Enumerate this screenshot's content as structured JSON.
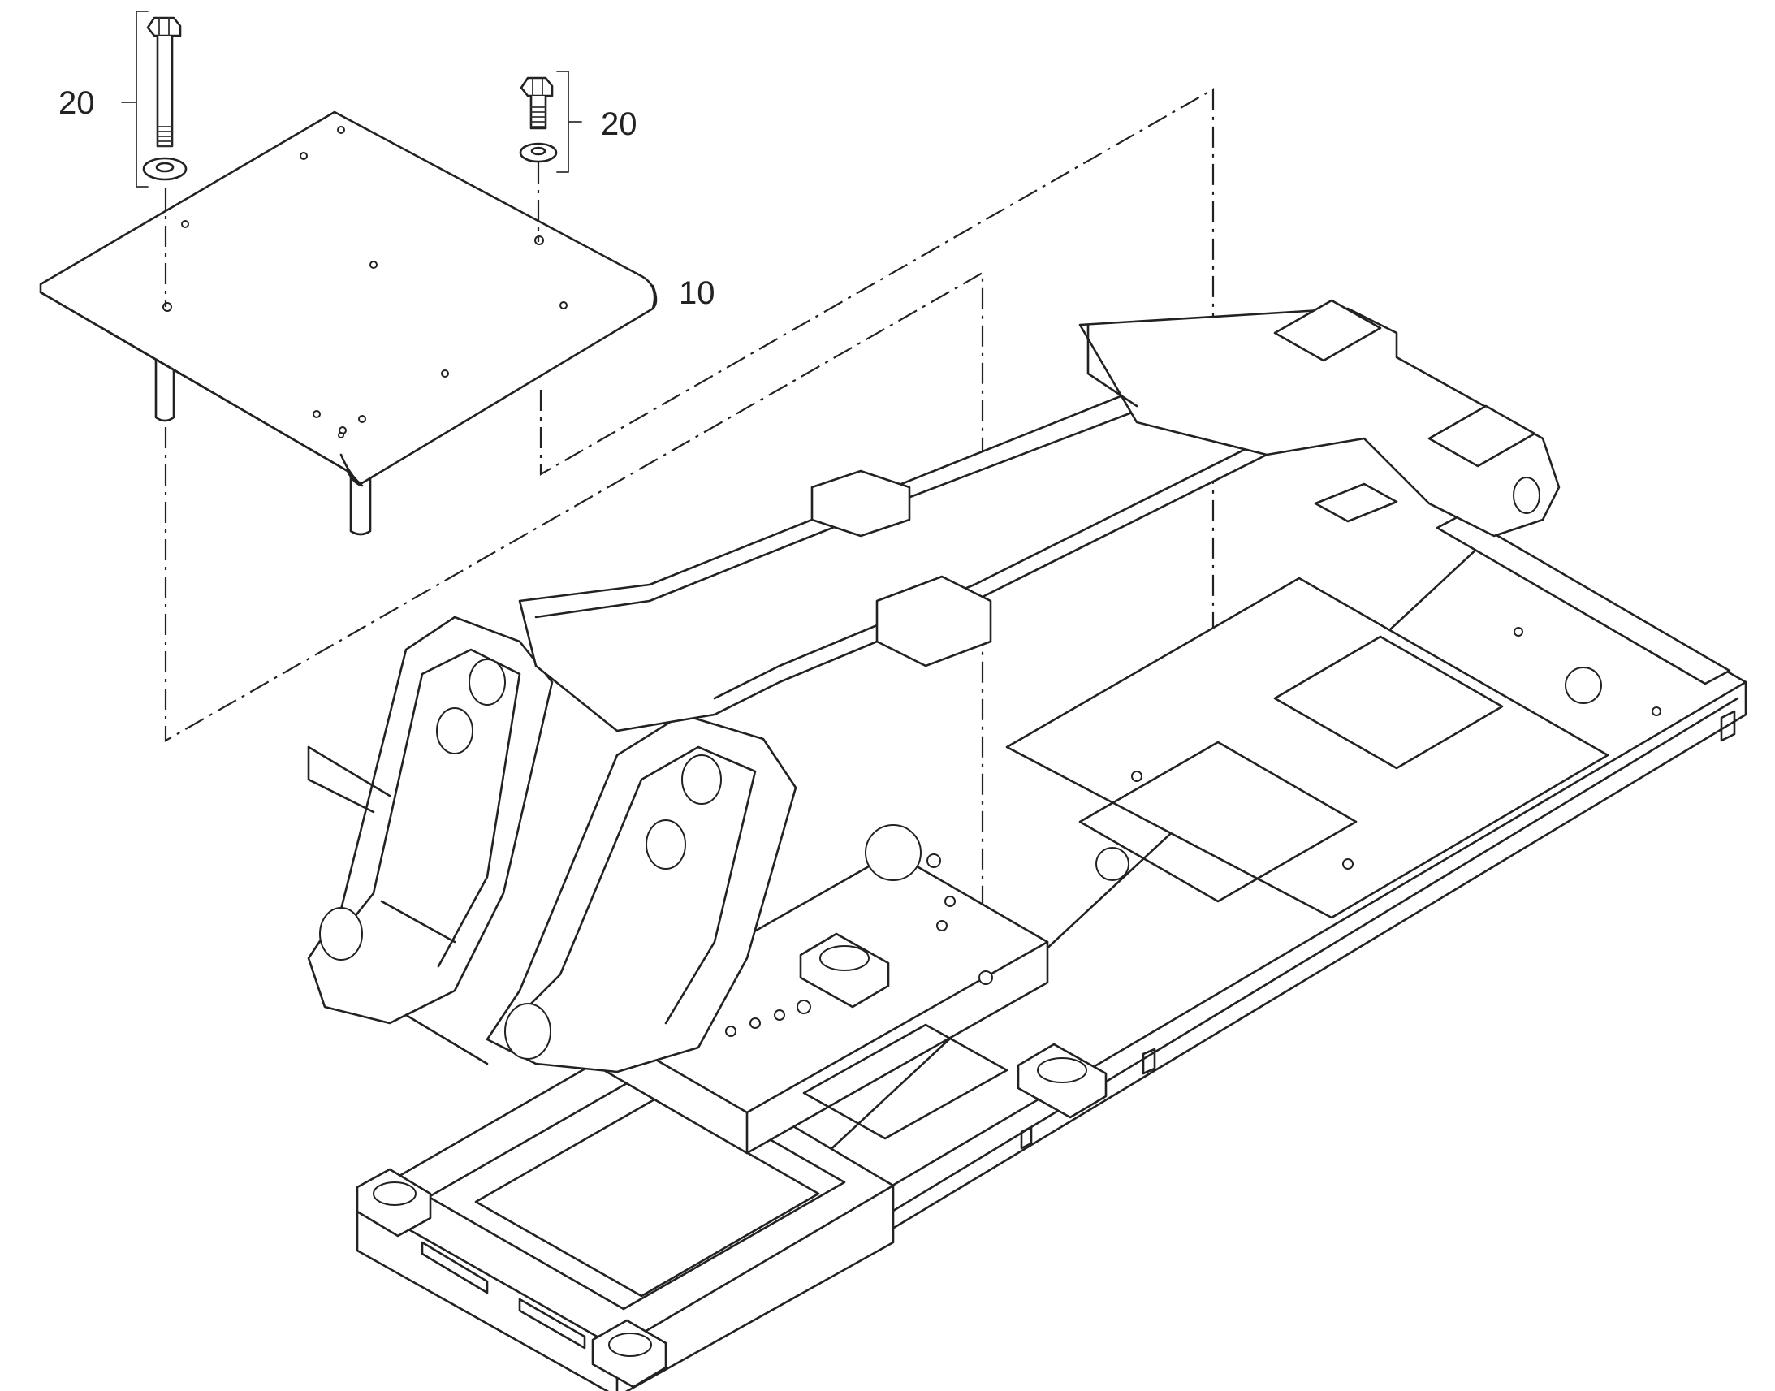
{
  "callouts": {
    "bolt_left": "20",
    "bolt_right": "20",
    "plate": "10"
  },
  "colors": {
    "line": "#222222",
    "background": "#ffffff"
  }
}
